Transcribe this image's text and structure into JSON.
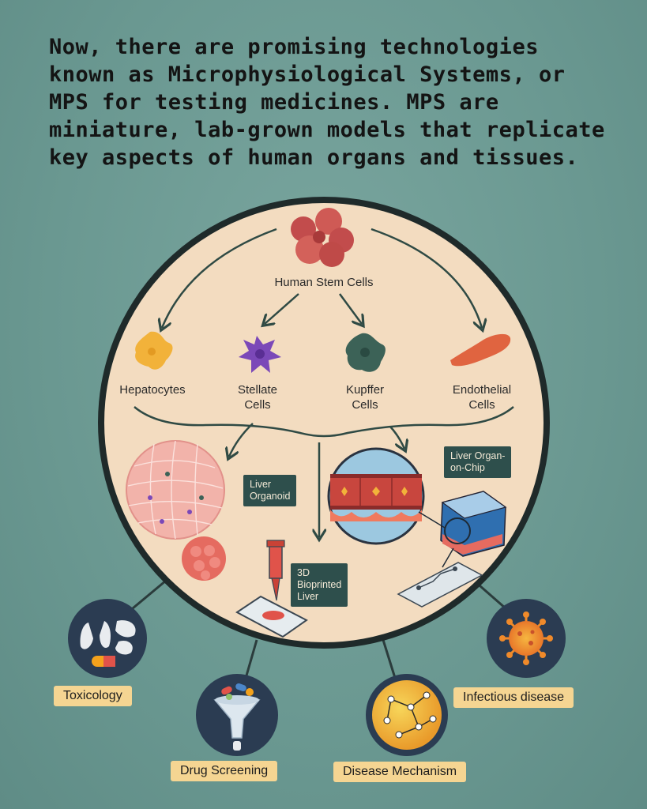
{
  "headline": "Now, there are promising technologies known as Microphysiological Systems, or MPS for testing medicines. MPS are miniature, lab-grown models that replicate key aspects of human organs and tissues.",
  "source": {
    "label": "Human Stem Cells",
    "icon": "stem-cell-cluster-icon"
  },
  "cell_types": [
    {
      "label": "Hepatocytes",
      "icon": "hepatocyte-icon"
    },
    {
      "label": "Stellate\nCells",
      "icon": "stellate-cell-icon"
    },
    {
      "label": "Kupffer\nCells",
      "icon": "kupffer-cell-icon"
    },
    {
      "label": "Endothelial\nCells",
      "icon": "endothelial-cell-icon"
    }
  ],
  "models": [
    {
      "label": "Liver\nOrganoid",
      "icon": "organoid-icon"
    },
    {
      "label": "3D\nBioprinted\nLiver",
      "icon": "bioprinter-icon"
    },
    {
      "label": "Liver Organ-\non-Chip",
      "icon": "organ-on-chip-icon"
    }
  ],
  "applications": [
    {
      "label": "Toxicology",
      "icon": "organs-icon"
    },
    {
      "label": "Drug Screening",
      "icon": "pills-funnel-icon"
    },
    {
      "label": "Disease Mechanism",
      "icon": "network-icon"
    },
    {
      "label": "Infectious disease",
      "icon": "virus-icon"
    }
  ],
  "colors": {
    "background": "#6e9c95",
    "circle_fill": "#f3dcc0",
    "circle_border": "#1f2a2a",
    "tag_fill": "#2e4f4c",
    "application_label_fill": "#f5d592",
    "icon_circle_fill": "#2b3c52"
  }
}
